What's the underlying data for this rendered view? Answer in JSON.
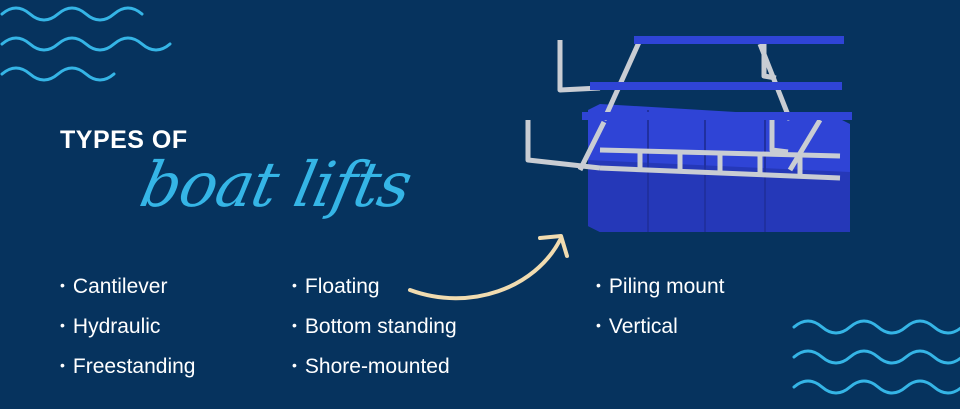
{
  "heading": {
    "line1": "TYPES OF",
    "line2": "boat lifts"
  },
  "columns": [
    [
      "Cantilever",
      "Hydraulic",
      "Freestanding"
    ],
    [
      "Floating",
      "Bottom standing",
      "Shore-mounted"
    ],
    [
      "Piling mount",
      "Vertical"
    ]
  ],
  "colors": {
    "background": "#06335e",
    "accent": "#35b5e6",
    "arrow": "#f1dcb0",
    "float_blue": "#2f44d6",
    "frame_gray": "#c9cdd3"
  },
  "icons": [
    "wave-icon",
    "arrow-icon",
    "floating-boat-lift-illustration"
  ]
}
